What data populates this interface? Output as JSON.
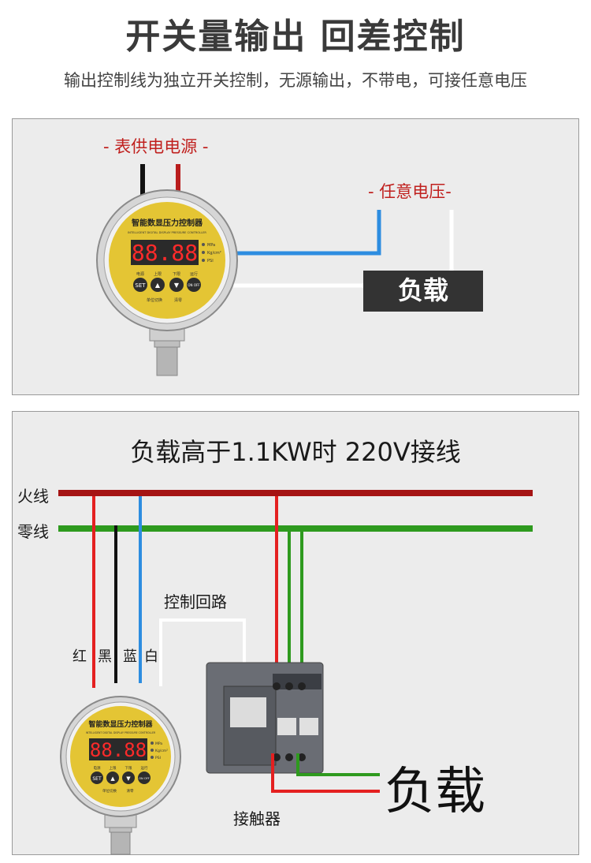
{
  "header": {
    "title": "开关量输出 回差控制",
    "subtitle": "输出控制线为独立开关控制，无源输出，不带电，可接任意电压"
  },
  "diagram1": {
    "power_label": "- 表供电电源 -",
    "voltage_label": "- 任意电压-",
    "load_label": "负载"
  },
  "gauge": {
    "title": "智能数显压力控制器",
    "subtitle": "INTELLIGENT DIGITAL DISPLAY PRESSURE CONTROLLER",
    "display": "88.88",
    "units": [
      "MPa",
      "Kg/cm²",
      "PSI"
    ],
    "button_labels": [
      "电源",
      "上限",
      "下限",
      "运行"
    ],
    "buttons": [
      "SET",
      "▲",
      "▼",
      "ON OFF"
    ],
    "bottom_labels": [
      "单位切换",
      "清零"
    ],
    "colors": {
      "face": "#e4c534",
      "display_bg": "#2a2a2a",
      "digits": "#ff2a2a"
    }
  },
  "diagram2": {
    "heading": "负载高于1.1KW时  220V接线",
    "live_label": "火线",
    "neutral_label": "零线",
    "control_loop_label": "控制回路",
    "wire_colors": [
      "红",
      "黑",
      "蓝",
      "白"
    ],
    "contactor_label": "接触器",
    "load_label": "负载",
    "colors": {
      "live": "#a51414",
      "neutral": "#2e9a1e",
      "red": "#e42020",
      "blue": "#2d8de0",
      "black": "#111111",
      "white": "#ffffff"
    }
  }
}
